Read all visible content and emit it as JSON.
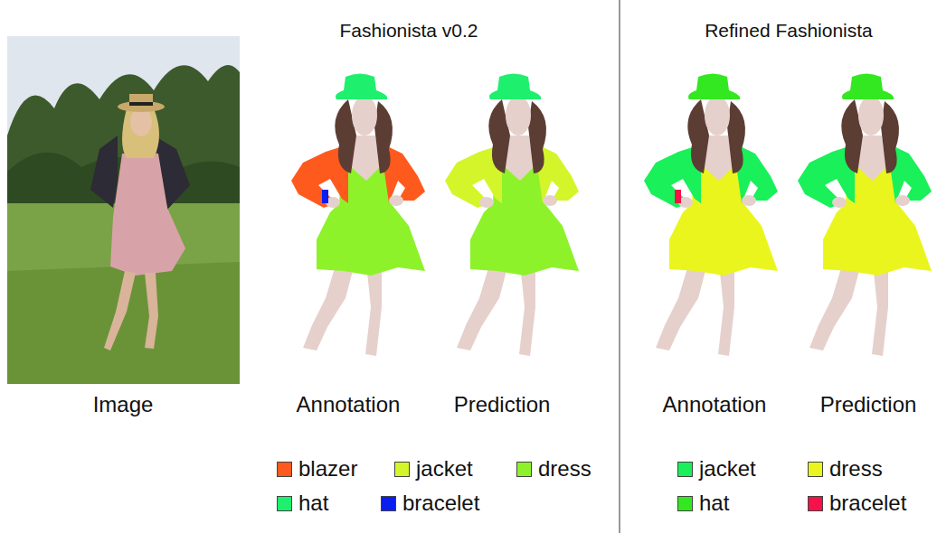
{
  "diagram": {
    "labels": [
      "Fashionista v0.2",
      "Refined Fashionista",
      "Image",
      "Annotation",
      "Prediction",
      "Annotation",
      "Prediction"
    ],
    "legend": [
      {
        "text": "blazer",
        "color": "#ff5a1e"
      },
      {
        "text": "jacket",
        "color": "#d4f52a"
      },
      {
        "text": "dress",
        "color": "#8ef22a"
      },
      {
        "text": "hat",
        "color": "#1ef06e"
      },
      {
        "text": "bracelet",
        "color": "#0a1ef0"
      },
      {
        "text": "jacket",
        "color": "#19f05a"
      },
      {
        "text": "dress",
        "color": "#eaf51e"
      },
      {
        "text": "hat",
        "color": "#33e820"
      },
      {
        "text": "bracelet",
        "color": "#f5114a"
      }
    ]
  }
}
